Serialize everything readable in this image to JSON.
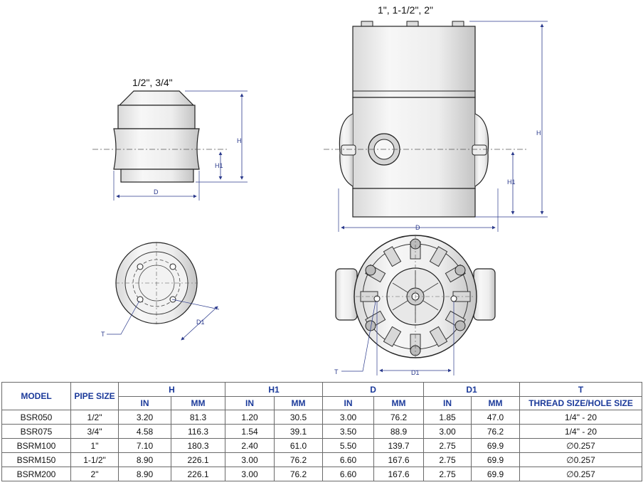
{
  "drawing": {
    "small_pipe_label": "1/2\", 3/4\"",
    "large_pipe_label": "1\", 1-1/2\", 2\"",
    "dim_h": "H",
    "dim_h1": "H1",
    "dim_d": "D",
    "dim_d1": "D1",
    "dim_t": "T"
  },
  "table": {
    "headers": {
      "model": "MODEL",
      "pipe_size": "PIPE SIZE",
      "h": "H",
      "h1": "H1",
      "d": "D",
      "d1": "D1",
      "t": "T",
      "in": "IN",
      "mm": "MM",
      "thread": "THREAD SIZE/HOLE SIZE"
    },
    "rows": [
      {
        "model": "BSR050",
        "pipe": "1/2\"",
        "h_in": "3.20",
        "h_mm": "81.3",
        "h1_in": "1.20",
        "h1_mm": "30.5",
        "d_in": "3.00",
        "d_mm": "76.2",
        "d1_in": "1.85",
        "d1_mm": "47.0",
        "t": "1/4\" - 20"
      },
      {
        "model": "BSR075",
        "pipe": "3/4\"",
        "h_in": "4.58",
        "h_mm": "116.3",
        "h1_in": "1.54",
        "h1_mm": "39.1",
        "d_in": "3.50",
        "d_mm": "88.9",
        "d1_in": "3.00",
        "d1_mm": "76.2",
        "t": "1/4\" - 20"
      },
      {
        "model": "BSRM100",
        "pipe": "1\"",
        "h_in": "7.10",
        "h_mm": "180.3",
        "h1_in": "2.40",
        "h1_mm": "61.0",
        "d_in": "5.50",
        "d_mm": "139.7",
        "d1_in": "2.75",
        "d1_mm": "69.9",
        "t": "∅0.257"
      },
      {
        "model": "BSRM150",
        "pipe": "1-1/2\"",
        "h_in": "8.90",
        "h_mm": "226.1",
        "h1_in": "3.00",
        "h1_mm": "76.2",
        "d_in": "6.60",
        "d_mm": "167.6",
        "d1_in": "2.75",
        "d1_mm": "69.9",
        "t": "∅0.257"
      },
      {
        "model": "BSRM200",
        "pipe": "2\"",
        "h_in": "8.90",
        "h_mm": "226.1",
        "h1_in": "3.00",
        "h1_mm": "76.2",
        "d_in": "6.60",
        "d_mm": "167.6",
        "d1_in": "2.75",
        "d1_mm": "69.9",
        "t": "∅0.257"
      }
    ]
  }
}
